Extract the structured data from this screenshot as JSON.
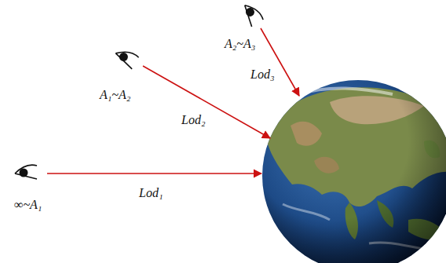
{
  "diagram": {
    "labels": [
      "A₂~A₃",
      "Lod₃",
      "A₁~A₂",
      "Lod₂",
      "∞~A₁",
      "Lod₁"
    ]
  }
}
